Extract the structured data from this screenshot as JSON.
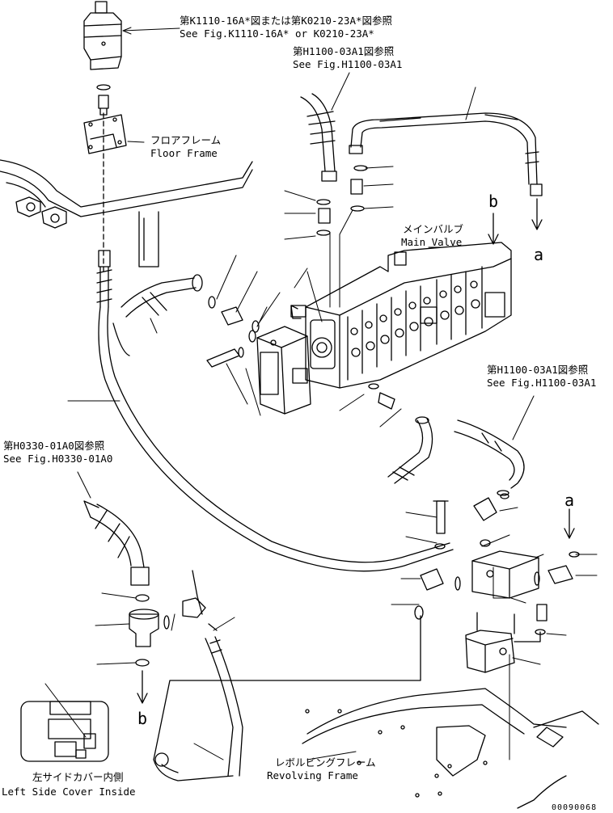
{
  "labels": {
    "ref_k1110_jp": "第K1110-16A*図または第K0210-23A*図参照",
    "ref_k1110_en": "See Fig.K1110-16A* or K0210-23A*",
    "ref_h1100_top_jp": "第H1100-03A1図参照",
    "ref_h1100_top_en": "See Fig.H1100-03A1",
    "floor_frame_jp": "フロアフレーム",
    "floor_frame_en": "Floor Frame",
    "main_valve_jp": "メインバルブ",
    "main_valve_en": "Main Valve",
    "ref_h1100_right_jp": "第H1100-03A1図参照",
    "ref_h1100_right_en": "See Fig.H1100-03A1",
    "ref_h0330_jp": "第H0330-01A0図参照",
    "ref_h0330_en": "See Fig.H0330-01A0",
    "revolving_frame_jp": "レボルビングフレーム",
    "revolving_frame_en": "Revolving Frame",
    "left_cover_jp": "左サイドカバー内側",
    "left_cover_en": "Left Side Cover Inside",
    "drawing_number": "00090068"
  },
  "connectors": {
    "a_top": "a",
    "a_right": "a",
    "b_top": "b",
    "b_bottom": "b"
  }
}
